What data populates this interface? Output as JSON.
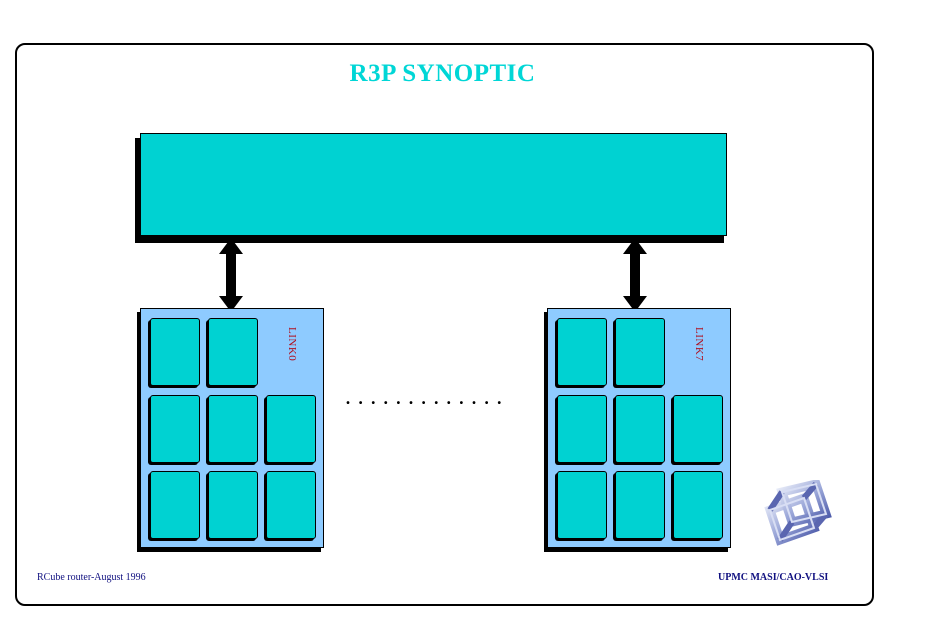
{
  "title": "R3P SYNOPTIC",
  "nodes": [
    {
      "label": "LINK0"
    },
    {
      "label": "LINK7"
    }
  ],
  "ellipsis": ".............",
  "footer": {
    "left": "RCube router-August 1996",
    "right": "UPMC MASI/CAO-VLSI"
  },
  "colors": {
    "title": "#00d6d6",
    "bus": "#00d2d2",
    "node_board": "#8ecbff",
    "chip": "#00d2d2",
    "link_label": "#b01020",
    "footer": "#101080"
  },
  "icons": [
    "double-arrow-icon",
    "cube-logo-icon"
  ]
}
